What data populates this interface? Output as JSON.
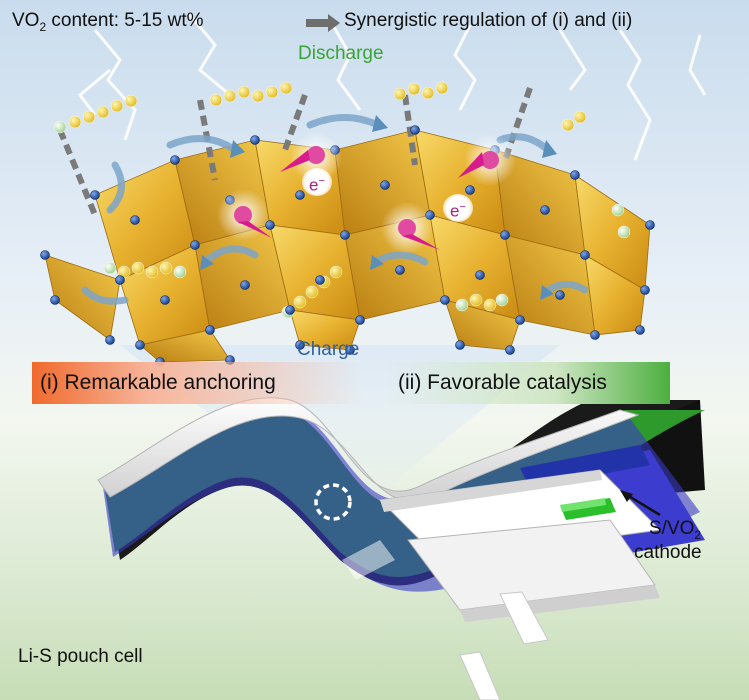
{
  "labels": {
    "content_prefix": "VO",
    "content_sub": "2",
    "content_suffix": " content: 5-15 wt%",
    "synergy": "Synergistic regulation of (i) and (ii)",
    "discharge": "Discharge",
    "charge": "Charge",
    "electron": "e",
    "electron_sup": "−",
    "anchoring": "(i) Remarkable anchoring",
    "catalysis": "(ii) Favorable catalysis",
    "cathode_prefix": "S/VO",
    "cathode_sub": "2",
    "cathode_word": "cathode",
    "pouch": "Li-S pouch cell"
  },
  "colors": {
    "discharge_text": "#3aa535",
    "charge_text": "#2f5f9c",
    "electron_text": "#b0207a",
    "octahedron": "#e8b230",
    "oxygen_atom": "#1f4fa8",
    "polysulfide": "#f2d23c",
    "anchoring_bar": "#f06a2d",
    "catalysis_bar": "#4caf3f",
    "cathode_layer": "#3ec23a",
    "separator_layer": "#3c3ccf"
  },
  "icons": [
    "arrow-right-icon",
    "lightning-icon",
    "cycle-arrow-icon",
    "electron-icon",
    "zoom-circle-icon",
    "pointer-arrow-icon"
  ]
}
